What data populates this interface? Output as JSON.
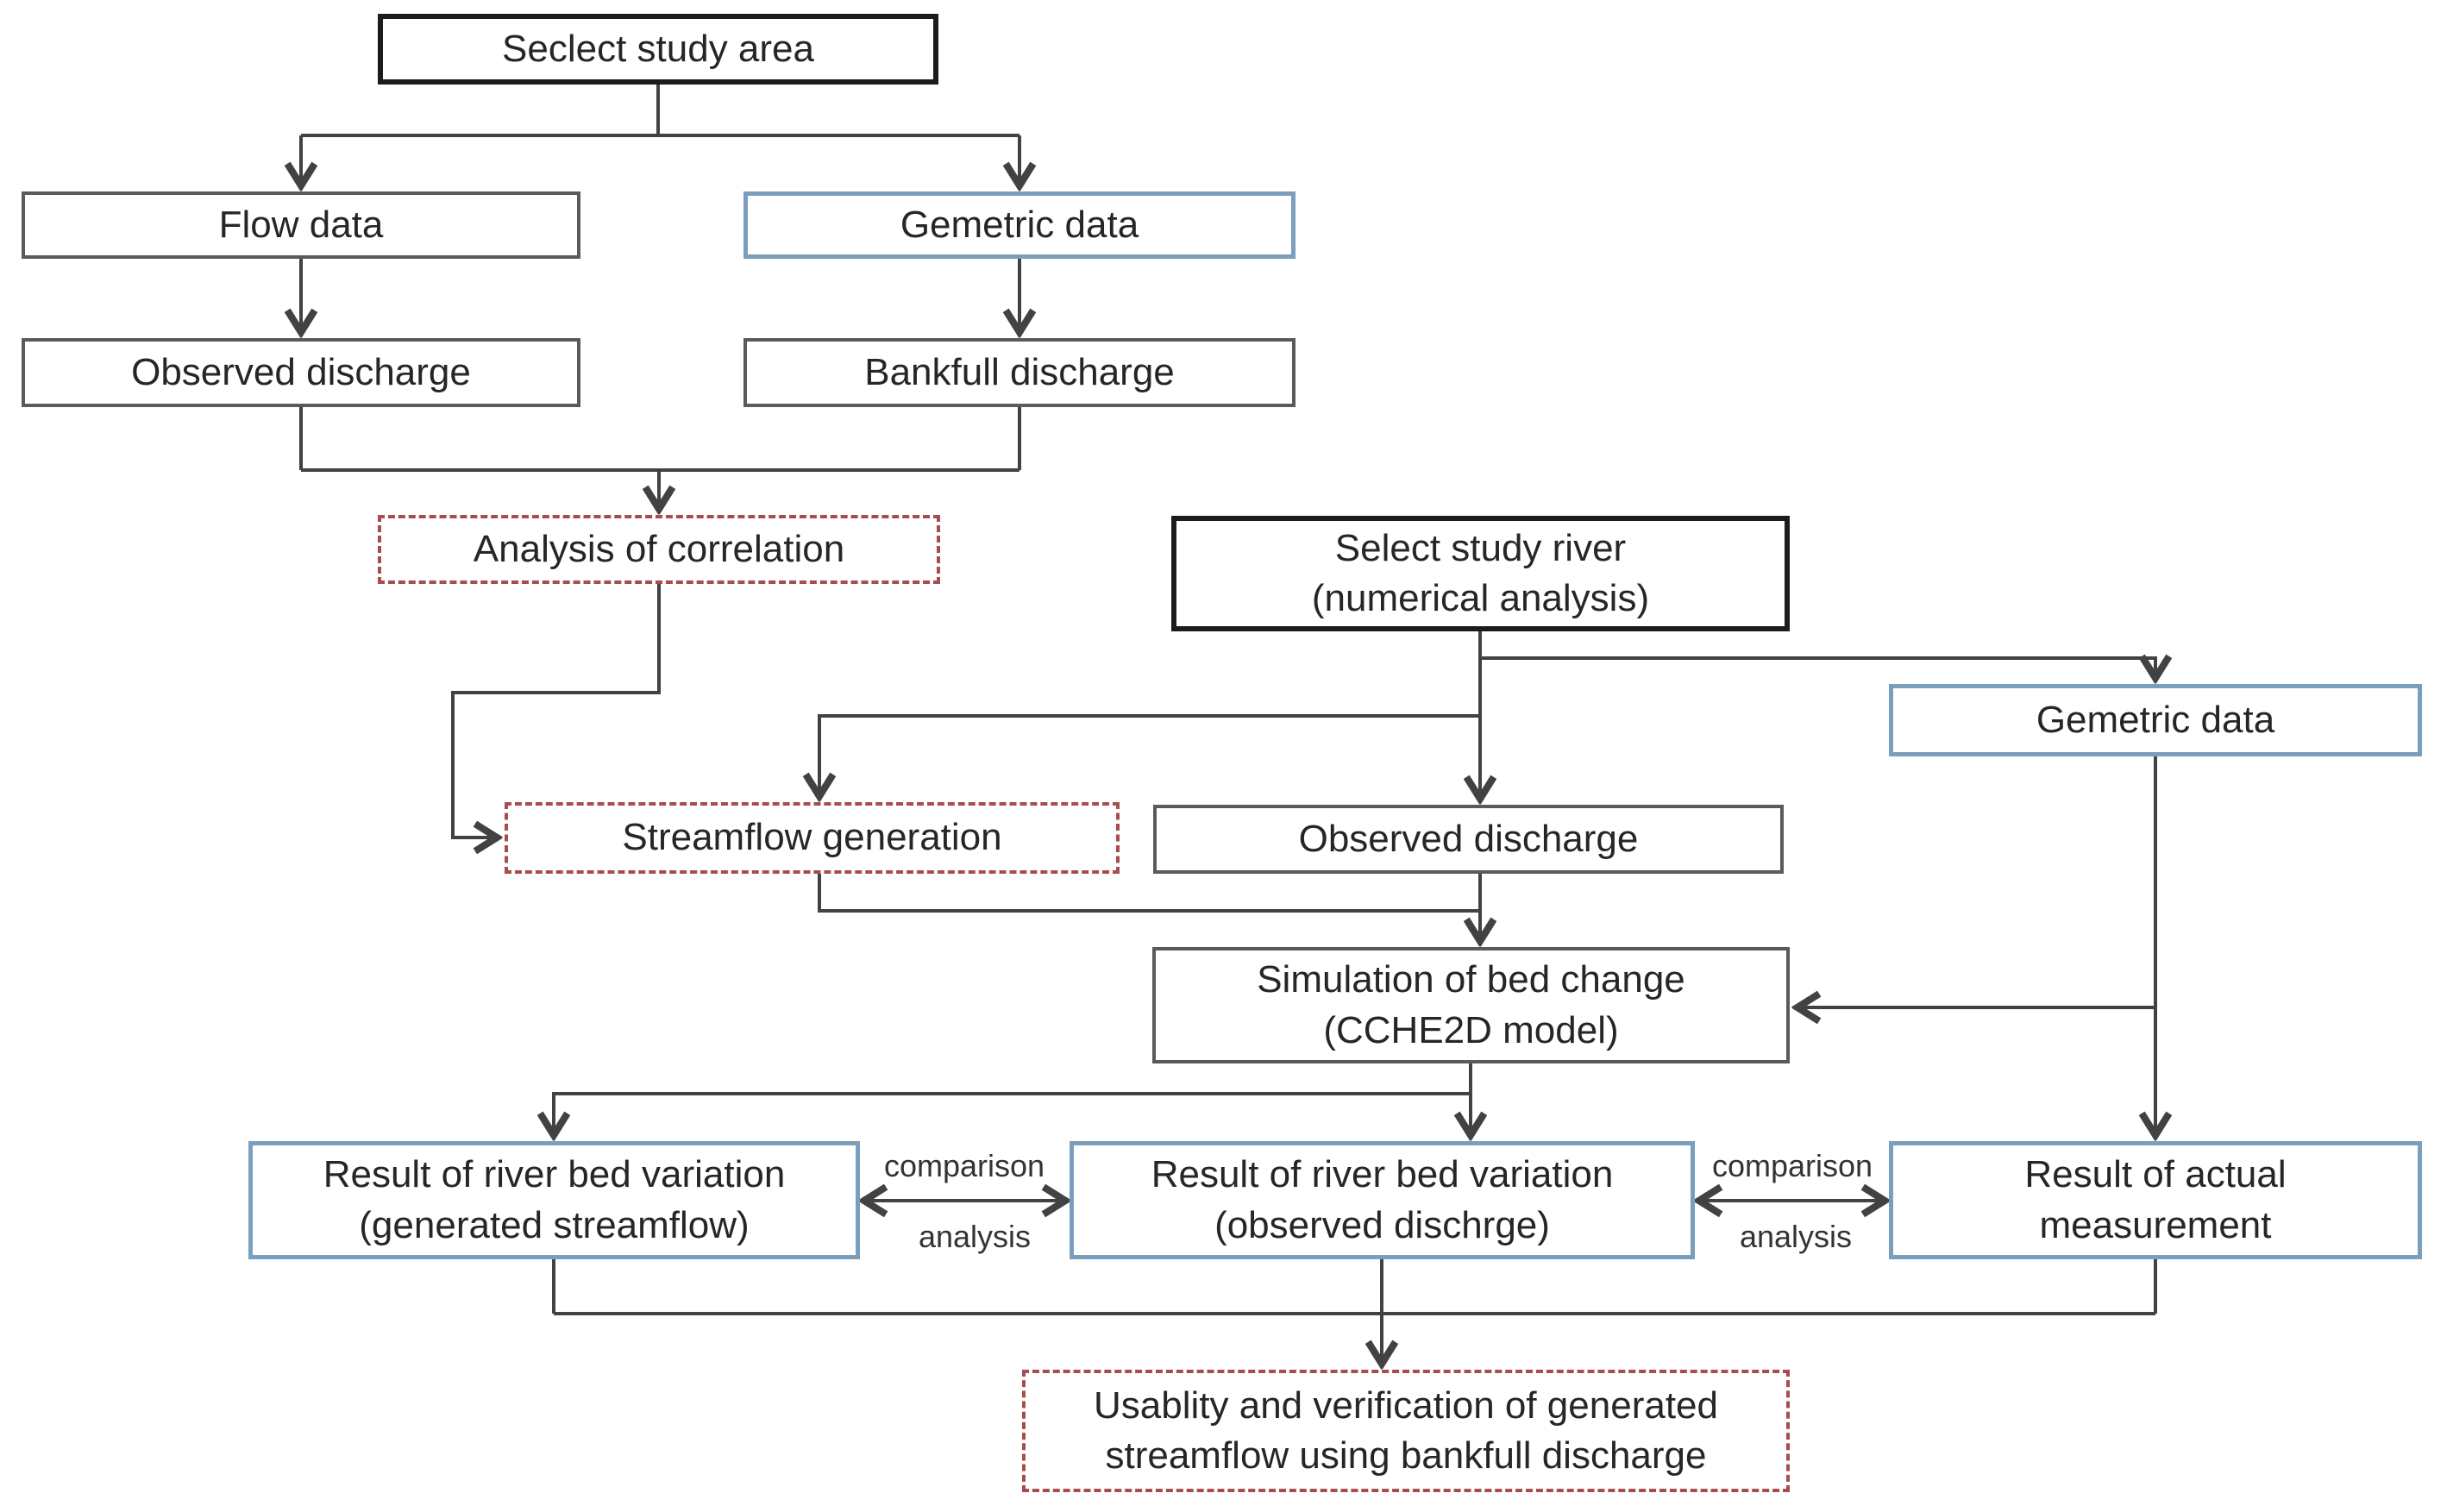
{
  "nodes": {
    "select_study_area": {
      "label": "Seclect study area"
    },
    "flow_data": {
      "label": "Flow data"
    },
    "gemetric_data_top": {
      "label": "Gemetric data"
    },
    "observed_discharge_left": {
      "label": "Observed discharge"
    },
    "bankfull_discharge": {
      "label": "Bankfull discharge"
    },
    "analysis_of_correlation": {
      "label": "Analysis of correlation"
    },
    "select_study_river": {
      "label": "Select study river\n(numerical analysis)"
    },
    "gemetric_data_right": {
      "label": "Gemetric data"
    },
    "streamflow_generation": {
      "label": "Streamflow generation"
    },
    "observed_discharge_mid": {
      "label": "Observed discharge"
    },
    "simulation_of_bed_change": {
      "label": "Simulation of bed change\n(CCHE2D model)"
    },
    "result_generated_streamflow": {
      "label": "Result of river bed variation\n(generated streamflow)"
    },
    "result_observed_dischrge": {
      "label": "Result of river bed variation\n(observed dischrge)"
    },
    "result_actual_measurement": {
      "label": "Result of actual\nmeasurement"
    },
    "usability_verification": {
      "label": "Usablity and verification of generated\nstreamflow using bankfull discharge"
    }
  },
  "edge_labels": {
    "left": {
      "top": "comparison",
      "bottom": "analysis"
    },
    "right": {
      "top": "comparison",
      "bottom": "analysis"
    }
  },
  "colors": {
    "background": "#ffffff",
    "line": "#424242",
    "text": "#262626",
    "box_border": "#5a5a5a",
    "strong_border": "#1c1c1c",
    "blue_border": "#7b9ebd",
    "red_dashed": "#a64d4d"
  }
}
